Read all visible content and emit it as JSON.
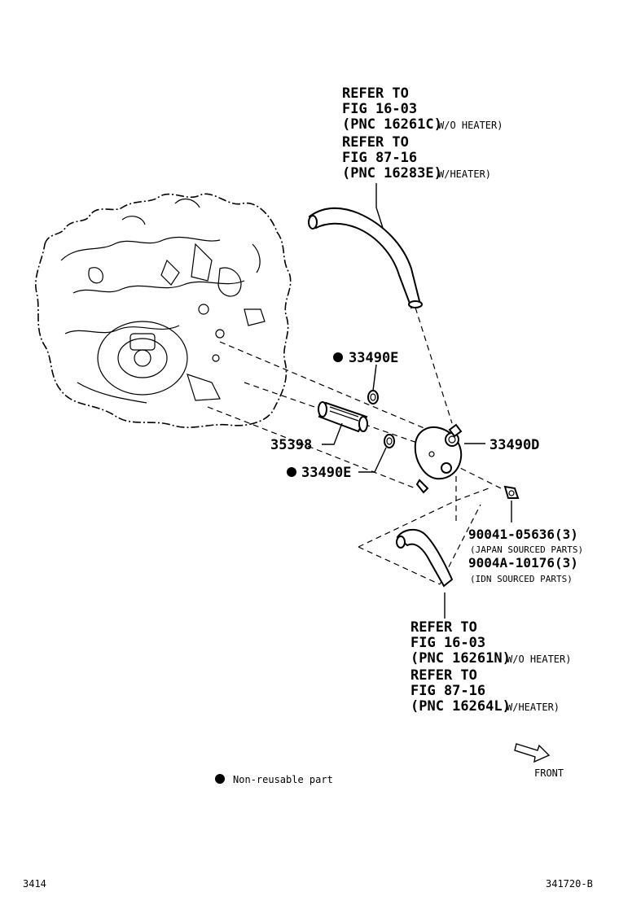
{
  "callouts": {
    "upper_hose": {
      "line1": "REFER TO",
      "line2": "FIG 16-03",
      "line3": "(PNC 16261C)",
      "line3_note": "W/O HEATER)",
      "line4": "REFER TO",
      "line5": "FIG 87-16",
      "line6": "(PNC 16283E)",
      "line6_note": "W/HEATER)"
    },
    "lower_hose": {
      "line1": "REFER TO",
      "line2": "FIG 16-03",
      "line3": "(PNC 16261N)",
      "line3_note": "W/O HEATER)",
      "line4": "REFER TO",
      "line5": "FIG 87-16",
      "line6": "(PNC 16264L)",
      "line6_note": "W/HEATER)"
    }
  },
  "parts": {
    "oring_upper": "33490E",
    "oring_lower": "33490E",
    "pipe": "35398",
    "cooler": "33490D",
    "bolt_japan": "90041-05636(3)",
    "bolt_japan_note": "(JAPAN SOURCED PARTS)",
    "bolt_idn": "9004A-10176(3)",
    "bolt_idn_note": "(IDN SOURCED PARTS)"
  },
  "legend": {
    "non_reusable": "Non-reusable part"
  },
  "direction": {
    "front": "FRONT"
  },
  "footer": {
    "page_id": "3414",
    "figure_id": "341720-B"
  }
}
